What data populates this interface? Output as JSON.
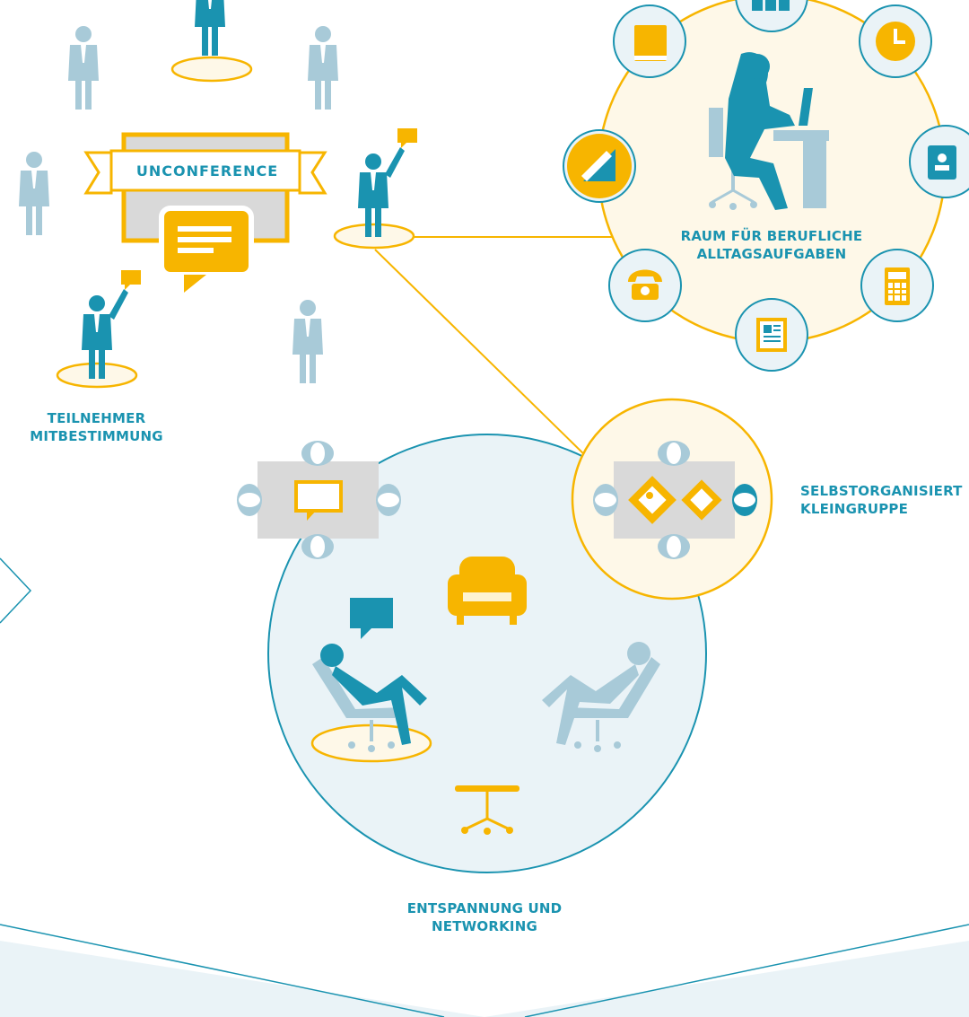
{
  "banner": {
    "label": "UNCONFERENCE"
  },
  "labels": {
    "raum": [
      "RAUM FÜR BERUFLICHE",
      "ALLTAGSAUFGABEN"
    ],
    "teilnehmer": [
      "TEILNEHMER",
      "MITBESTIMMUNG"
    ],
    "selbst": [
      "SELBSTORGANISIERT",
      "KLEINGRUPPE"
    ],
    "entspannung": [
      "ENTSPANNUNG UND",
      "NETWORKING"
    ]
  },
  "colors": {
    "teal": "#1a93b0",
    "light_blue": "#a8cad8",
    "yellow": "#f7b500",
    "cream": "#fef8e8",
    "pale_bg": "#eaf3f7",
    "gray": "#d9d9d9"
  },
  "icons": [
    "book-icon",
    "clock-icon",
    "contacts-icon",
    "calculator-icon",
    "document-icon",
    "phone-icon",
    "drafting-tools-icon",
    "office-supplies-icon"
  ]
}
